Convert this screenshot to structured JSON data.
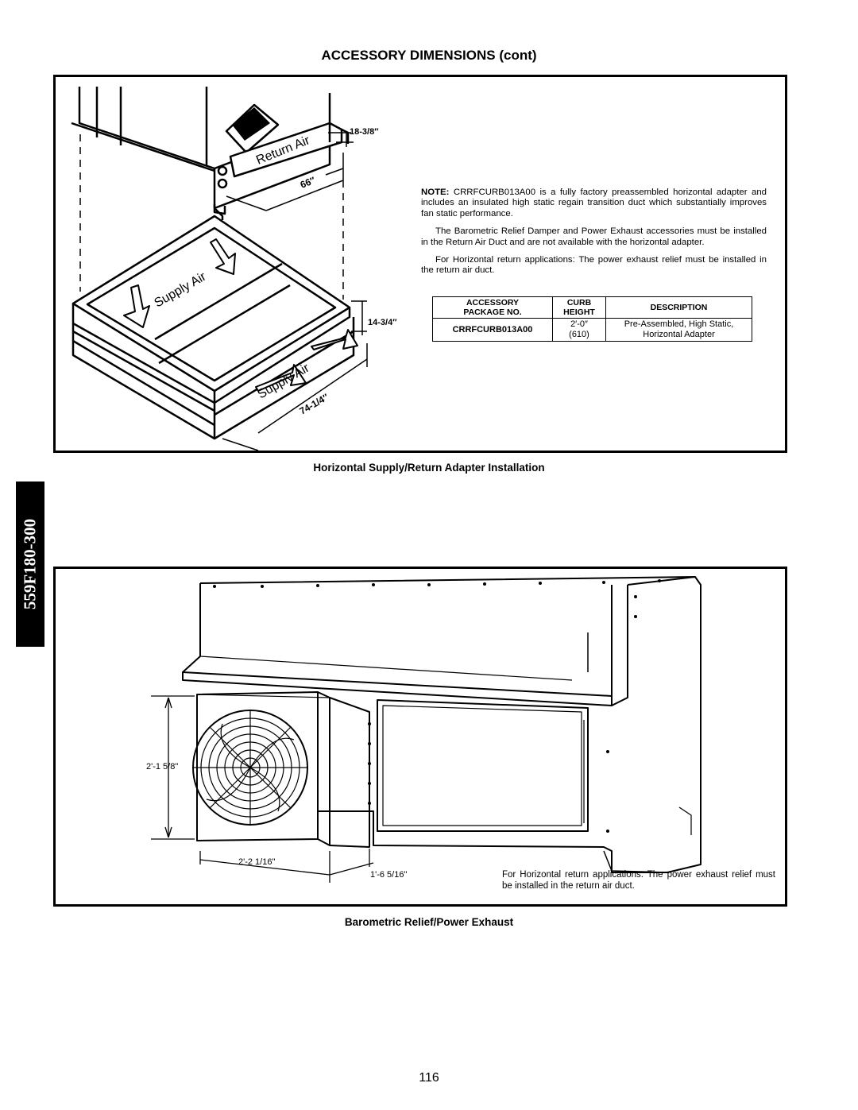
{
  "page_title": "ACCESSORY DIMENSIONS (cont)",
  "side_tab": "559F180-300",
  "page_number": "116",
  "figure1": {
    "caption": "Horizontal Supply/Return Adapter Installation",
    "labels": {
      "return_air": "Return Air",
      "supply_air_top": "Supply Air",
      "supply_air_bottom": "Supply Air",
      "dim_18": "18-3/8″",
      "dim_66": "66″",
      "dim_14": "14-3/4″",
      "dim_74": "74-1/4″"
    },
    "note_label": "NOTE:",
    "note_text": " CRRFCURB013A00 is a fully factory preassembled horizontal adapter and includes an insulated high static regain transition duct which substantially improves fan static performance.",
    "paragraph2": "The Barometric Relief Damper and Power Exhaust accessories must be installed in the Return Air Duct and are not available with the horizontal adapter.",
    "paragraph3": "For Horizontal return applications: The power exhaust relief must be installed in the return air duct.",
    "table": {
      "headers": {
        "col1_line1": "ACCESSORY",
        "col1_line2": "PACKAGE NO.",
        "col2_line1": "CURB",
        "col2_line2": "HEIGHT",
        "col3": "DESCRIPTION"
      },
      "row": {
        "package": "CRRFCURB013A00",
        "height_line1": "2′-0″",
        "height_line2": "(610)",
        "desc_line1": "Pre-Assembled, High Static,",
        "desc_line2": "Horizontal Adapter"
      }
    }
  },
  "figure2": {
    "caption": "Barometric Relief/Power Exhaust",
    "labels": {
      "dim_height": "2'-1 5/8\"",
      "dim_width": "2'-2 1/16\"",
      "dim_depth": "1'-6 5/16\""
    },
    "note": "For Horizontal return applications: The power exhaust relief must be installed in the return air duct."
  }
}
